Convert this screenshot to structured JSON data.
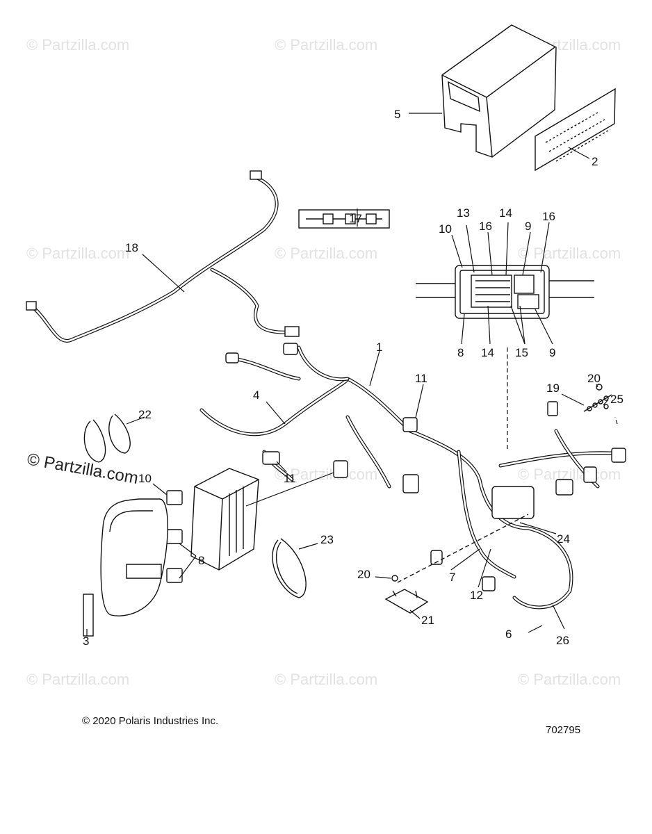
{
  "watermark": "© Partzilla.com",
  "watermark_main": "© Partzilla.com",
  "copyright": "© 2020 Polaris Industries Inc.",
  "diagram_id": "702795",
  "callouts": [
    "1",
    "2",
    "3",
    "4",
    "5",
    "6",
    "7",
    "8",
    "8",
    "9",
    "9",
    "10",
    "10",
    "11",
    "11",
    "12",
    "13",
    "14",
    "14",
    "15",
    "16",
    "16",
    "17",
    "18",
    "19",
    "20",
    "20",
    "21",
    "22",
    "23",
    "24",
    "25",
    "26"
  ]
}
